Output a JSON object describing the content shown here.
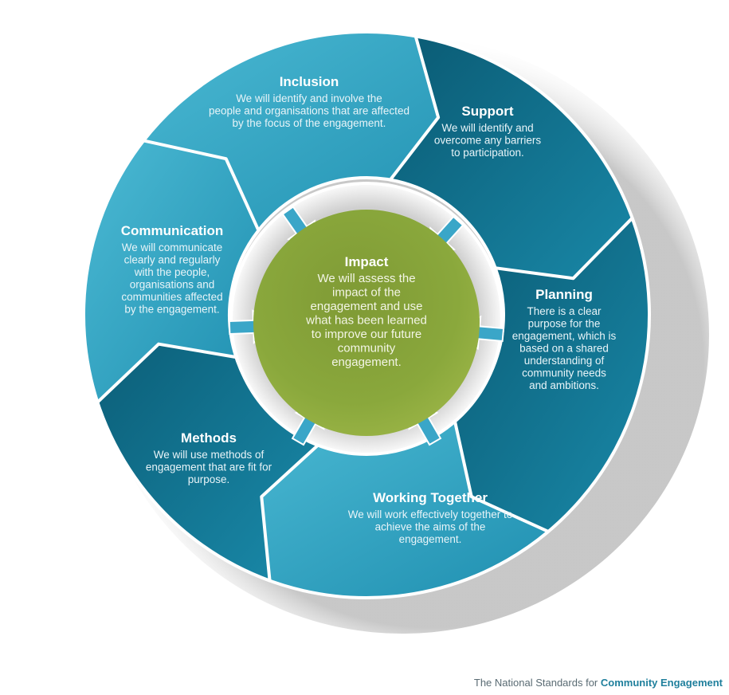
{
  "diagram": {
    "type": "cycle",
    "colors": {
      "segment_dark": "#0b5f78",
      "segment_mid": "#1b8aaa",
      "segment_light": "#4bb8d3",
      "center_green": "#86a33a",
      "center_green_dark": "#6f8a2b",
      "ring_white": "#f2f2f2",
      "arrow_blue": "#3aa6c8"
    },
    "segments": [
      {
        "id": "inclusion",
        "title": "Inclusion",
        "lines": [
          "We will identify and involve the",
          "people and organisations that are affected",
          "by the focus of the engagement."
        ]
      },
      {
        "id": "support",
        "title": "Support",
        "lines": [
          "We will identify and",
          "overcome any barriers",
          "to participation."
        ]
      },
      {
        "id": "planning",
        "title": "Planning",
        "lines": [
          "There is a clear",
          "purpose for the",
          "engagement, which is",
          "based on a shared",
          "understanding of",
          "community needs",
          "and ambitions."
        ]
      },
      {
        "id": "working-together",
        "title": "Working Together",
        "lines": [
          "We will work effectively together to",
          "achieve the aims of the",
          "engagement."
        ]
      },
      {
        "id": "methods",
        "title": "Methods",
        "lines": [
          "We will use methods of",
          "engagement that are fit for",
          "purpose."
        ]
      },
      {
        "id": "communication",
        "title": "Communication",
        "lines": [
          "We will communicate",
          "clearly and regularly",
          "with the people,",
          "organisations and",
          "communities affected",
          "by the engagement."
        ]
      }
    ],
    "center": {
      "title": "Impact",
      "lines": [
        "We will assess the",
        "impact of the",
        "engagement and use",
        "what has been learned",
        "to improve our future",
        "community",
        "engagement."
      ]
    }
  },
  "footer": {
    "prefix": "The National Standards for ",
    "emphasis": "Community Engagement"
  }
}
